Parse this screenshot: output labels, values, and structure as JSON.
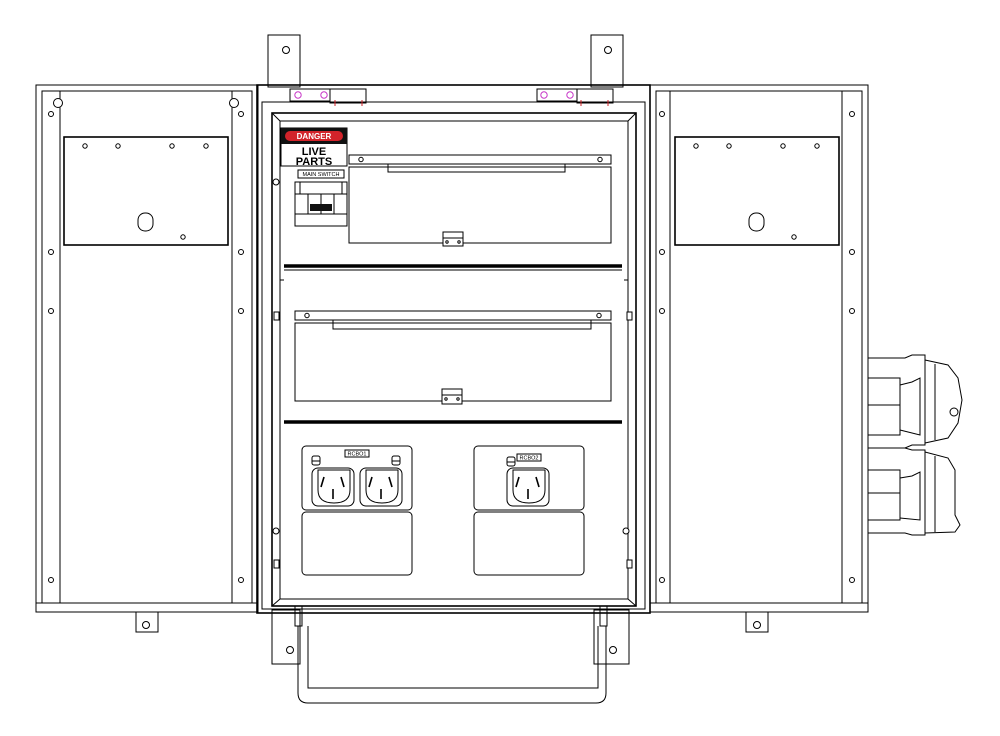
{
  "labels": {
    "danger": "DANGER",
    "live": "LIVE",
    "parts": "PARTS",
    "main_switch": "MAIN SWITCH",
    "rcbo1": "RCBO1",
    "rcbo2": "RCBO2"
  },
  "colors": {
    "line": "#000000",
    "danger_red": "#d2232a",
    "danger_dark": "#111111",
    "hinge_mark": "#c838c8",
    "tick_red": "#d2232a"
  }
}
